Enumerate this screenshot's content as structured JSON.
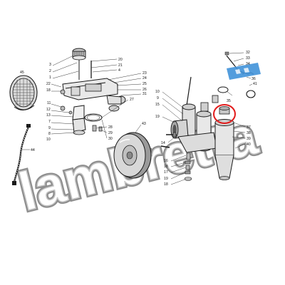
{
  "watermark": {
    "brand_text": "lambretta",
    "color": "#8f8f8f"
  },
  "highlight_color": "#e21b1b",
  "badge_color": "#3b8fd8",
  "labels_left": [
    "3",
    "2",
    "1",
    "22",
    "18",
    "11",
    "12",
    "13",
    "7",
    "9",
    "8",
    "10"
  ],
  "labels_center": [
    "20",
    "21",
    "4",
    "23",
    "24",
    "25",
    "26",
    "31",
    "27",
    "28",
    "29",
    "30"
  ],
  "label_filter": "45",
  "label_hose": "44",
  "label_cover": "43",
  "labels_carb": [
    "10",
    "9",
    "15",
    "19",
    "14",
    "16",
    "18",
    "17",
    "19",
    "18"
  ],
  "labels_right": [
    "32",
    "33",
    "34",
    "36",
    "41",
    "35",
    "37",
    "38",
    "39",
    "40"
  ]
}
